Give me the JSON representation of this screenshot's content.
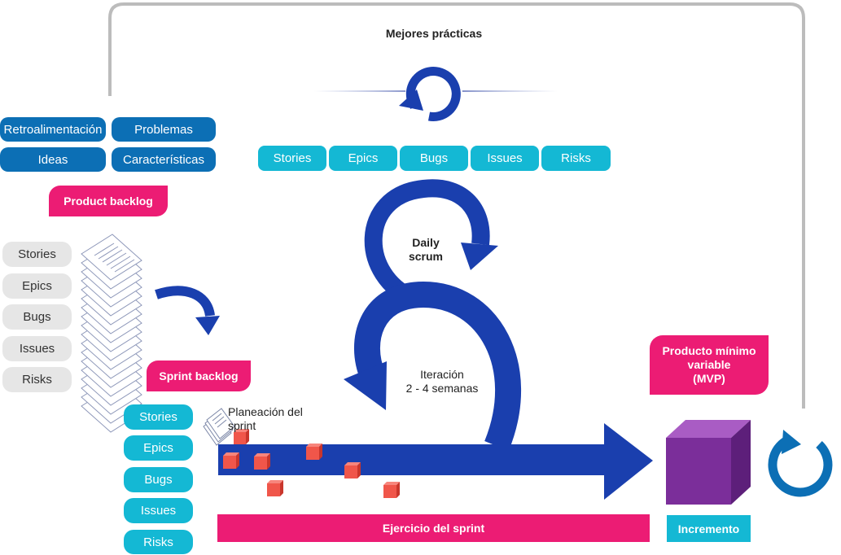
{
  "title": "Mejores prácticas",
  "feedback_sources": [
    "Retroalimentación",
    "Problemas",
    "Ideas",
    "Características"
  ],
  "top_items": [
    "Stories",
    "Epics",
    "Bugs",
    "Issues",
    "Risks"
  ],
  "product_backlog": {
    "label": "Product backlog",
    "items": [
      "Stories",
      "Epics",
      "Bugs",
      "Issues",
      "Risks"
    ]
  },
  "sprint_backlog": {
    "label": "Sprint backlog",
    "items": [
      "Stories",
      "Epics",
      "Bugs",
      "Issues",
      "Risks"
    ]
  },
  "daily_scrum": "Daily\nscrum",
  "iteration": "Iteración\n2 - 4 semanas",
  "planning": "Planeación del\nsprint",
  "sprint_execution": "Ejercicio del sprint",
  "mvp": "Producto mínimo\nvariable\n(MVP)",
  "increment": "Incremento",
  "colors": {
    "dark_blue": "#1a3fae",
    "accent_blue": "#0c6fb5",
    "cyan": "#14b8d4",
    "pink": "#ec1c74",
    "purple": "#7b2e9a",
    "red_block": "#f0564a",
    "grey": "#e6e6e6"
  },
  "icons": [
    "refresh-cycle-icon",
    "document-stack-icon",
    "curved-arrow-icon",
    "cube-icon",
    "sprint-arrow-icon"
  ]
}
